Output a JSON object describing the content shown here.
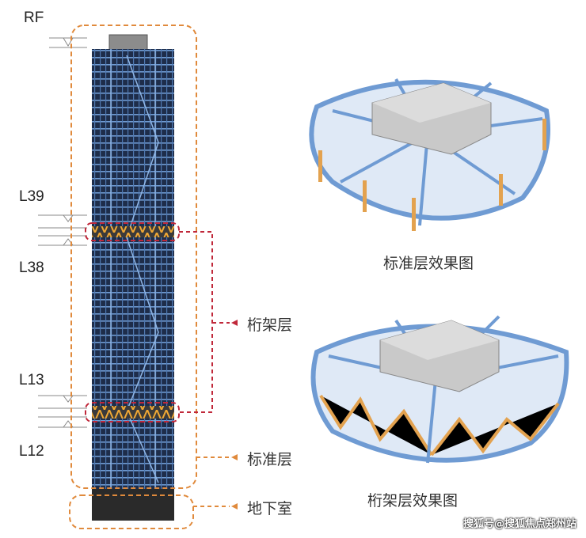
{
  "floor_labels": {
    "rf": "RF",
    "l39": "L39",
    "l38": "L38",
    "l13": "L13",
    "l12": "L12"
  },
  "zone_labels": {
    "truss": "桁架层",
    "standard": "标准层",
    "basement": "地下室"
  },
  "captions": {
    "standard_view": "标准层效果图",
    "truss_view": "桁架层效果图"
  },
  "watermark": "搜狐号@搜狐焦点郑州站",
  "colors": {
    "steel": "#6f9bd3",
    "core": "#c9c9c9",
    "truss_member": "#e3a24f",
    "bracket": "#e08a3c",
    "truss_band": "#c0283a"
  }
}
